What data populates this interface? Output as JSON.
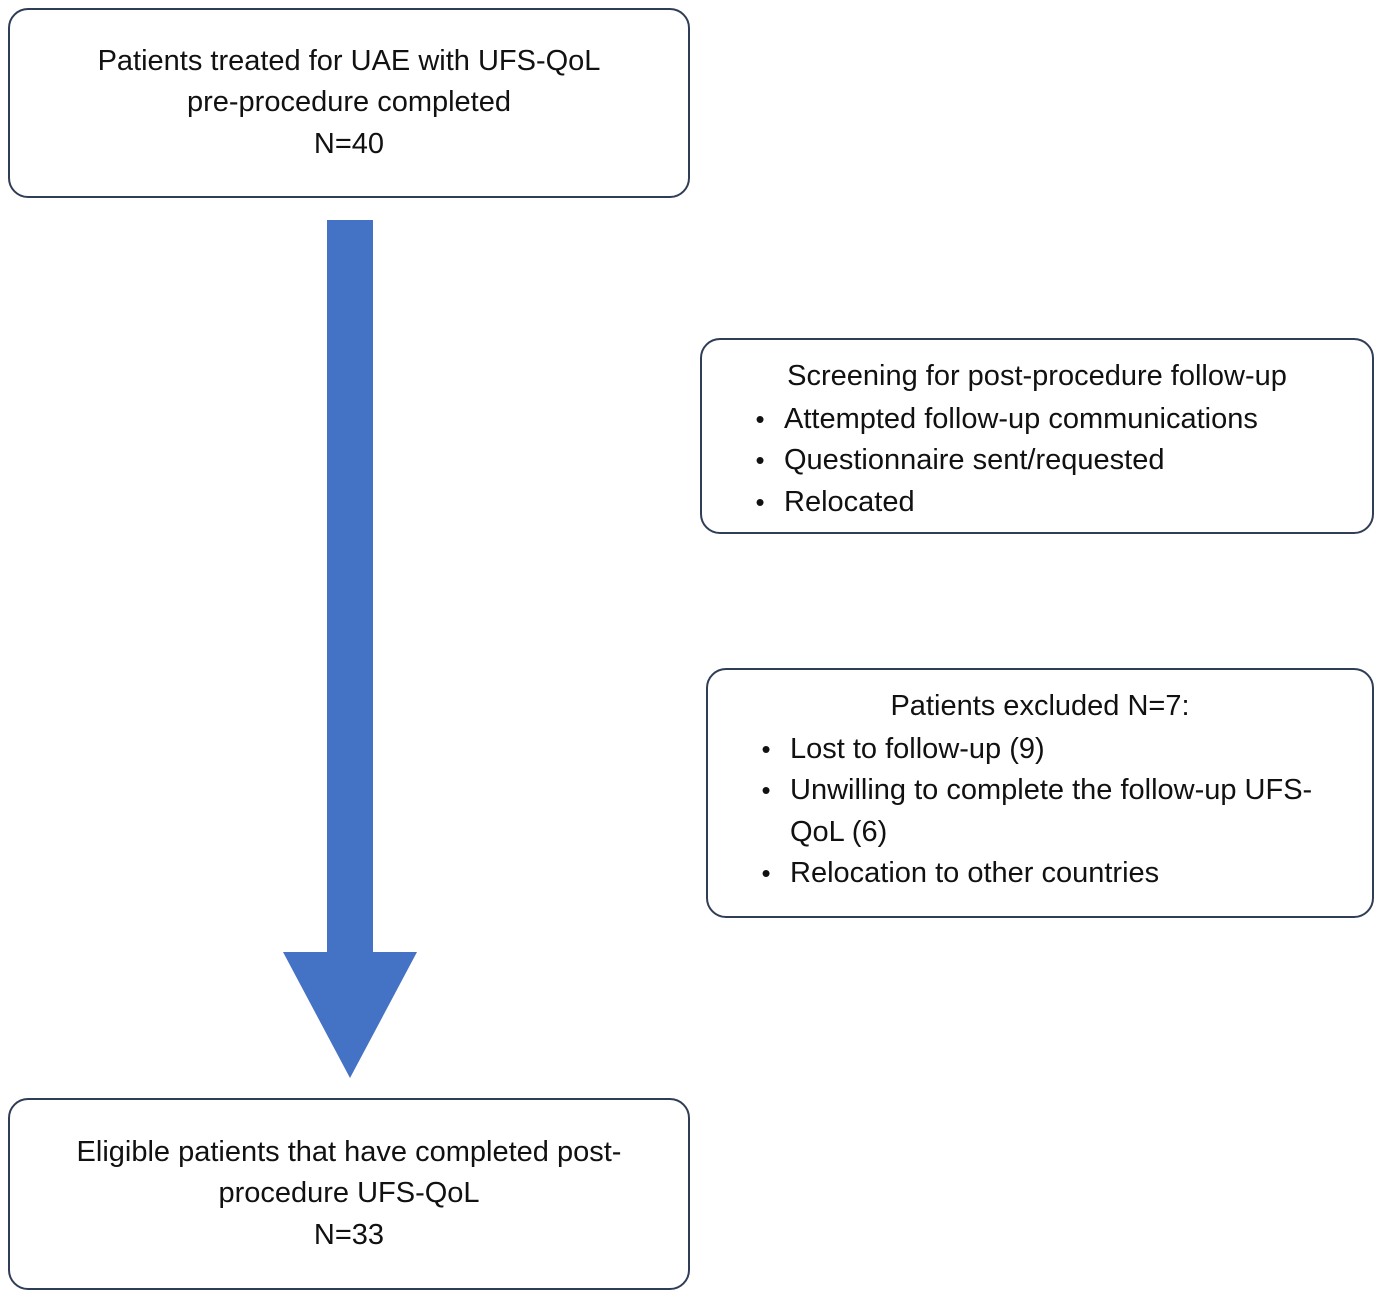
{
  "colors": {
    "arrow": "#4472C4",
    "box_border": "#2F3D56"
  },
  "boxes": {
    "treated": {
      "line1": "Patients treated for UAE with UFS-QoL",
      "line2": "pre-procedure completed",
      "line3": "N=40"
    },
    "screening": {
      "title": "Screening for post-procedure follow-up",
      "bullets": [
        "Attempted follow-up communications",
        "Questionnaire sent/requested",
        "Relocated"
      ]
    },
    "excluded": {
      "title": "Patients excluded N=7:",
      "bullets": [
        "Lost to follow-up (9)",
        "Unwilling to complete the follow-up UFS-QoL (6)",
        "Relocation to other countries"
      ]
    },
    "eligible": {
      "line1": "Eligible patients that have completed post-",
      "line2": "procedure UFS-QoL",
      "line3": "N=33"
    }
  },
  "glyphs": {
    "bullet": "•"
  }
}
